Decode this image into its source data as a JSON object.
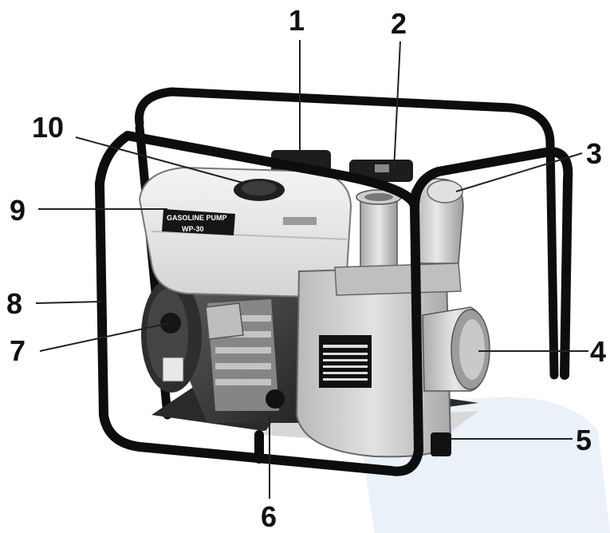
{
  "tank_label": {
    "line1": "GASOLINE PUMP",
    "line2": "WP-30"
  },
  "callouts": [
    "1",
    "2",
    "3",
    "4",
    "5",
    "6",
    "7",
    "8",
    "9",
    "10"
  ],
  "colors": {
    "frame": "#0d0d0d",
    "tank": "#e6e6e6",
    "pump_body": "#c8c8c8",
    "engine": "#3a3a3a",
    "watermark": "#dbe6f2"
  }
}
